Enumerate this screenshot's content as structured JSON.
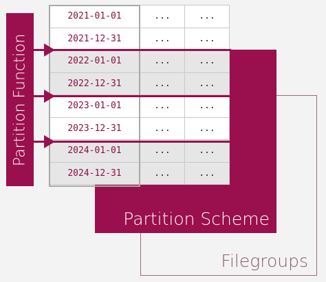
{
  "partition_function": {
    "label": "Partition Function"
  },
  "partition_scheme": {
    "label": "Partition Scheme"
  },
  "filegroups": {
    "label": "Filegroups"
  },
  "table": {
    "rows": [
      {
        "key": "2021-01-01",
        "col2": "...",
        "col3": "..."
      },
      {
        "key": "2021-12-31",
        "col2": "...",
        "col3": "..."
      },
      {
        "key": "2022-01-01",
        "col2": "...",
        "col3": "..."
      },
      {
        "key": "2022-12-31",
        "col2": "...",
        "col3": "..."
      },
      {
        "key": "2023-01-01",
        "col2": "...",
        "col3": "..."
      },
      {
        "key": "2023-12-31",
        "col2": "...",
        "col3": "..."
      },
      {
        "key": "2024-01-01",
        "col2": "...",
        "col3": "..."
      },
      {
        "key": "2024-12-31",
        "col2": "...",
        "col3": "..."
      }
    ]
  },
  "colors": {
    "accent": "#9a0f4d",
    "filegroups_border": "#9b6b80",
    "background": "#f3f3f3"
  }
}
